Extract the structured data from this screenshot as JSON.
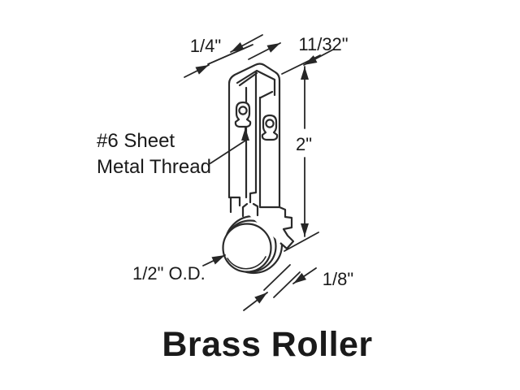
{
  "title": "Brass Roller",
  "diagram": {
    "labels": {
      "top_width": "1/4\"",
      "top_depth": "11/32\"",
      "height": "2\"",
      "screw_line1": "#6 Sheet",
      "screw_line2": "Metal Thread",
      "roller_od": "1/2\" O.D.",
      "roller_thickness": "1/8\""
    },
    "colors": {
      "line": "#2a2a2a",
      "text": "#1a1a1a",
      "background": "#ffffff"
    }
  }
}
